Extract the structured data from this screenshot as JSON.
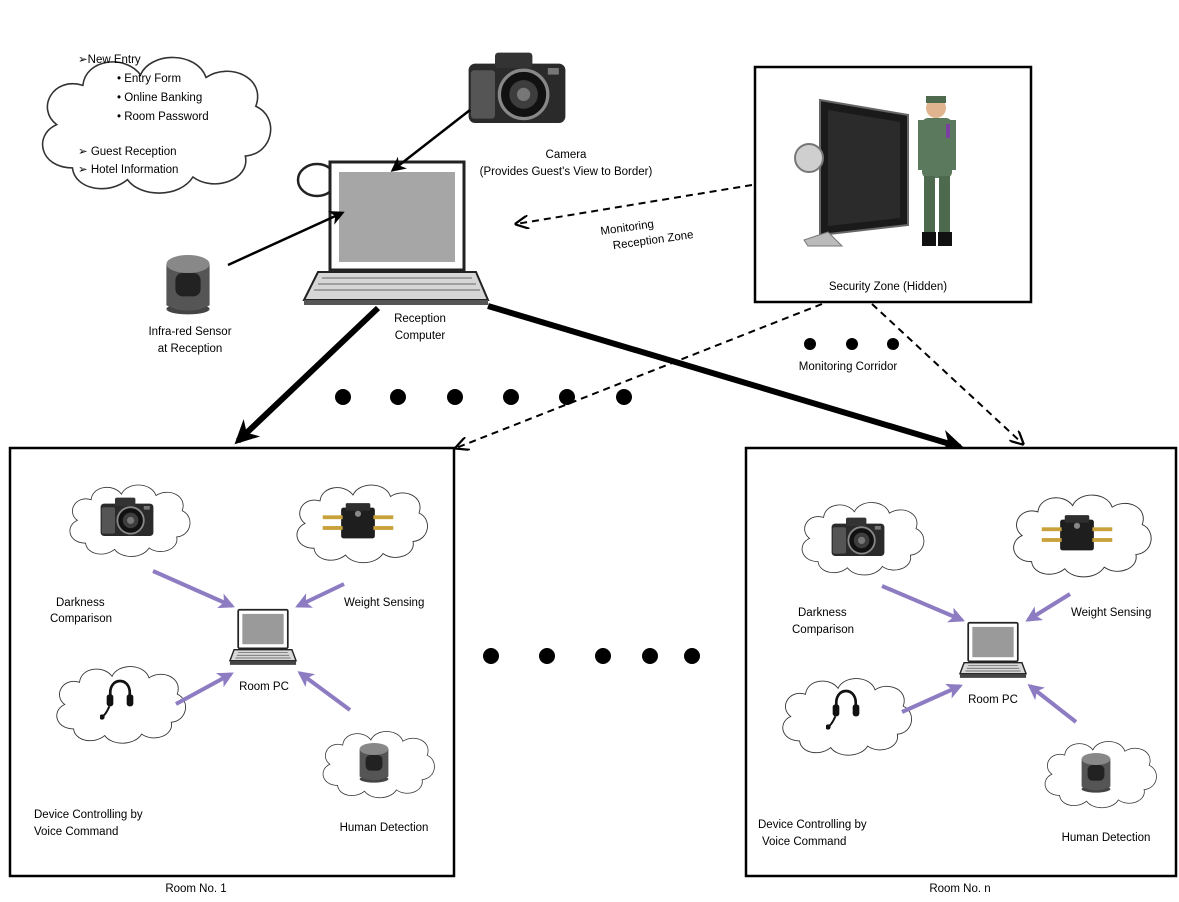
{
  "reception_menu": {
    "new_entry": "➢New Entry",
    "sub_items": [
      "• Entry Form",
      "• Online Banking",
      "• Room Password"
    ],
    "guest_reception": "➢ Guest Reception",
    "hotel_information": "➢ Hotel Information"
  },
  "camera": {
    "line1": "Camera",
    "line2": "(Provides  Guest's  View  to Border)"
  },
  "reception_computer": {
    "line1": "Reception",
    "line2": "Computer"
  },
  "infrared_sensor": {
    "line1": "Infra-red Sensor",
    "line2": "at Reception"
  },
  "security_zone": {
    "label": "Security Zone (Hidden)"
  },
  "monitoring_reception": {
    "line1": "Monitoring",
    "line2": "Reception Zone"
  },
  "monitoring_corridor": {
    "label": "Monitoring  Corridor"
  },
  "rooms": [
    {
      "caption": "Room No. 1",
      "pc_label": "Room PC",
      "darkness": [
        "Darkness",
        "Comparison"
      ],
      "weight": "Weight Sensing",
      "voice": [
        "Device Controlling  by",
        "Voice Command"
      ],
      "human": "Human Detection"
    },
    {
      "caption": "Room No. n",
      "pc_label": "Room PC",
      "darkness": [
        "Darkness",
        "Comparison"
      ],
      "weight": "Weight Sensing",
      "voice": [
        "Device Controlling  by",
        "Voice Command"
      ],
      "human": "Human Detection"
    }
  ],
  "colors": {
    "arrow_purple": "#8e7cc3",
    "line_black": "#000000",
    "screen_gray": "#9a9a9a"
  },
  "icons": [
    "cloud-icon",
    "camera-icon",
    "laptop-icon",
    "infrared-sensor-icon",
    "monitor-icon",
    "guard-icon",
    "weight-sensor-icon",
    "headset-icon"
  ]
}
